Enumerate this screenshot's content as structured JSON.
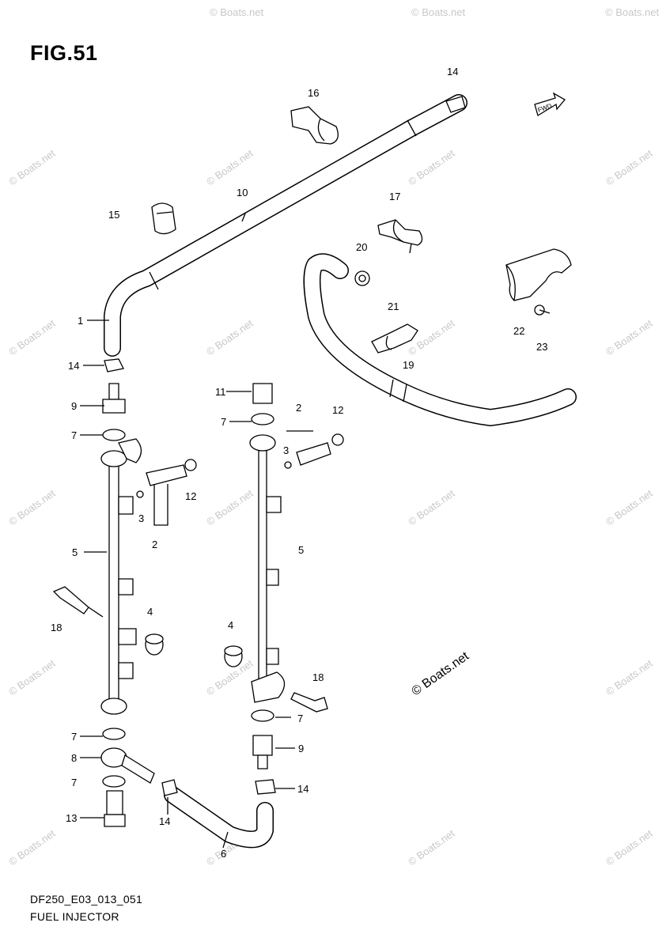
{
  "figure": {
    "title": "FIG.51",
    "footer_code": "DF250_E03_013_051",
    "footer_name": "FUEL INJECTOR"
  },
  "watermark": {
    "text": "© Boats.net"
  },
  "callouts": [
    {
      "id": "c-14a",
      "text": "14"
    },
    {
      "id": "c-16",
      "text": "16"
    },
    {
      "id": "c-10",
      "text": "10"
    },
    {
      "id": "c-15",
      "text": "15"
    },
    {
      "id": "c-17",
      "text": "17"
    },
    {
      "id": "c-20",
      "text": "20"
    },
    {
      "id": "c-21",
      "text": "21"
    },
    {
      "id": "c-19",
      "text": "19"
    },
    {
      "id": "c-22",
      "text": "22"
    },
    {
      "id": "c-23",
      "text": "23"
    },
    {
      "id": "c-1",
      "text": "1"
    },
    {
      "id": "c-14b",
      "text": "14"
    },
    {
      "id": "c-9a",
      "text": "9"
    },
    {
      "id": "c-7a",
      "text": "7"
    },
    {
      "id": "c-11",
      "text": "11"
    },
    {
      "id": "c-7b",
      "text": "7"
    },
    {
      "id": "c-2a",
      "text": "2"
    },
    {
      "id": "c-12a",
      "text": "12"
    },
    {
      "id": "c-3a",
      "text": "3"
    },
    {
      "id": "c-12b",
      "text": "12"
    },
    {
      "id": "c-3b",
      "text": "3"
    },
    {
      "id": "c-2b",
      "text": "2"
    },
    {
      "id": "c-5a",
      "text": "5"
    },
    {
      "id": "c-5b",
      "text": "5"
    },
    {
      "id": "c-18a",
      "text": "18"
    },
    {
      "id": "c-4a",
      "text": "4"
    },
    {
      "id": "c-4b",
      "text": "4"
    },
    {
      "id": "c-18b",
      "text": "18"
    },
    {
      "id": "c-7c",
      "text": "7"
    },
    {
      "id": "c-7d",
      "text": "7"
    },
    {
      "id": "c-8",
      "text": "8"
    },
    {
      "id": "c-9b",
      "text": "9"
    },
    {
      "id": "c-7e",
      "text": "7"
    },
    {
      "id": "c-14c",
      "text": "14"
    },
    {
      "id": "c-13",
      "text": "13"
    },
    {
      "id": "c-14d",
      "text": "14"
    },
    {
      "id": "c-6",
      "text": "6"
    }
  ]
}
